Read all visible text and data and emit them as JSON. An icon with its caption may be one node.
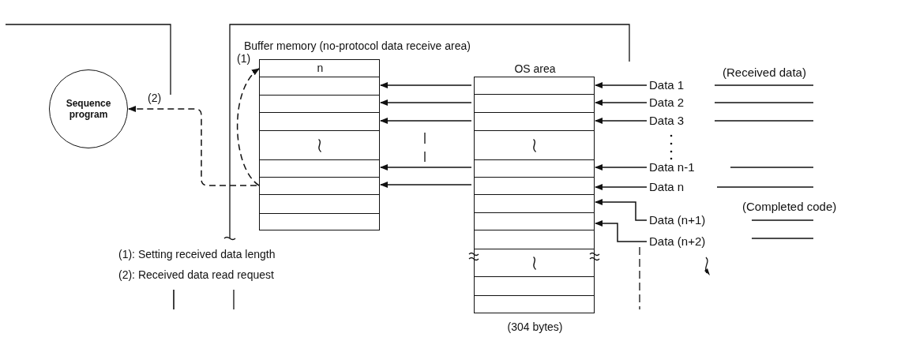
{
  "diagram": {
    "nodes": [
      {
        "text": [
          "Sequence program"
        ]
      },
      {
        "text": [
          "n"
        ]
      },
      {
        "text": [
          "OS area"
        ],
        "beside": [
          "(304 bytes)"
        ]
      },
      {
        "text": [
          "Data 1"
        ]
      },
      {
        "text": [
          "Data 2"
        ]
      },
      {
        "text": [
          "Data 3"
        ]
      },
      {
        "text": [
          "Data n-1"
        ]
      },
      {
        "text": [
          "Data n"
        ]
      },
      {
        "text": [
          "Data (n+1)"
        ]
      },
      {
        "text": [
          "Data (n+2)"
        ]
      }
    ],
    "edges": [
      {
        "from": 3,
        "to": 2,
        "arrow": "to"
      },
      {
        "from": 4,
        "to": 2,
        "arrow": "to"
      },
      {
        "from": 5,
        "to": 2,
        "arrow": "to"
      },
      {
        "from": 6,
        "to": 2,
        "arrow": "to"
      },
      {
        "from": 7,
        "to": 2,
        "arrow": "to"
      },
      {
        "from": 8,
        "to": 2,
        "arrow": "to"
      },
      {
        "from": 9,
        "to": 2,
        "arrow": "to"
      },
      {
        "from": 2,
        "to": 1,
        "arrow": "to"
      },
      {
        "from": 2,
        "to": 1,
        "arrow": "to"
      },
      {
        "from": 2,
        "to": 1,
        "arrow": "to"
      },
      {
        "from": 2,
        "to": 1,
        "arrow": "to"
      },
      {
        "from": 2,
        "to": 1,
        "arrow": "to"
      },
      {
        "from": 1,
        "to": 1,
        "arrow": "to",
        "label": "(1)",
        "style": "dashed"
      },
      {
        "from": 1,
        "to": 0,
        "arrow": "to",
        "label": "(2)",
        "style": "dashed"
      }
    ],
    "labels": [
      "Buffer memory (no-protocol data receive area)",
      "(Received data)",
      "(Completed code)",
      "(1): Setting received data length",
      "(2): Received data read request"
    ]
  }
}
